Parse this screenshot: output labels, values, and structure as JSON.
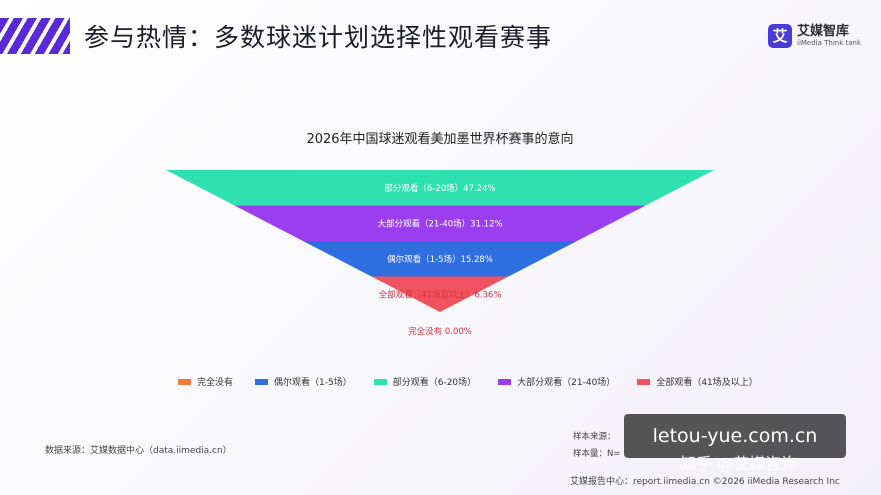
{
  "header": {
    "title": "参与热情：多数球迷计划选择性观看赛事",
    "logo": {
      "cn": "艾媒智库",
      "en": "iiMedia Think tank",
      "mark": "艾"
    }
  },
  "colors": {
    "brand": "#5b2ad8",
    "never": "#f07a3a",
    "occasional": "#2f6ee0",
    "partial": "#2fe0b0",
    "most": "#9b3ef0",
    "all": "#f0535f"
  },
  "chart_data": {
    "type": "funnel",
    "title": "2026年中国球迷观看美加墨世界杯赛事的意向",
    "stages": [
      {
        "label": "部分观看（6-20场）",
        "value": 47.24,
        "display": "部分观看（6-20场）47.24%",
        "color": "#2fe0b0"
      },
      {
        "label": "大部分观看（21-40场）",
        "value": 31.12,
        "display": "大部分观看（21-40场）31.12%",
        "color": "#9b3ef0"
      },
      {
        "label": "偶尔观看（1-5场）",
        "value": 15.28,
        "display": "偶尔观看（1-5场）15.28%",
        "color": "#2f6ee0"
      },
      {
        "label": "全部观看（41场及以上）",
        "value": 6.36,
        "display": "全部观看（41场及以上）6.36%",
        "color": "#f0535f"
      },
      {
        "label": "完全没有",
        "value": 0.0,
        "display": "完全没有 0.00%",
        "color": "#f07a3a"
      }
    ],
    "legend": [
      {
        "label": "完全没有",
        "color": "#f07a3a"
      },
      {
        "label": "偶尔观看（1-5场）",
        "color": "#2f6ee0"
      },
      {
        "label": "部分观看（6-20场）",
        "color": "#2fe0b0"
      },
      {
        "label": "大部分观看（21-40场）",
        "color": "#9b3ef0"
      },
      {
        "label": "全部观看（41场及以上）",
        "color": "#f0535f"
      }
    ],
    "legend_position": "bottom"
  },
  "footer": {
    "source": "数据来源：艾媒数据中心（data.iimedia.cn）",
    "sample_source": "样本来源：",
    "sample_size": "样本量：N=",
    "report": "艾媒报告中心：report.iimedia.cn  ©2026 iiMedia Research Inc"
  },
  "watermark": {
    "text": "letou-yue.com.cn",
    "zhihu": "知乎 @艾媒咨询"
  }
}
